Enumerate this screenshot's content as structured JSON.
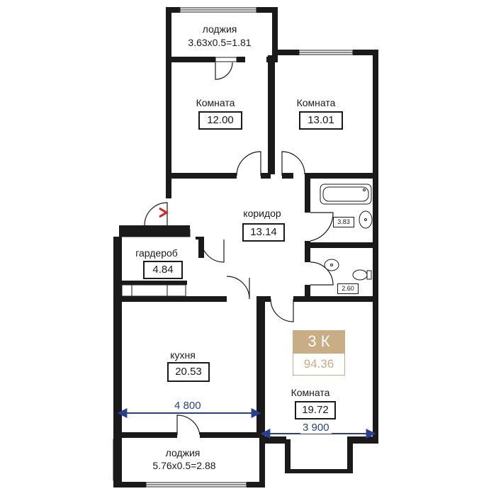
{
  "apartment": {
    "type_label": "3 К",
    "total_area": "94.36"
  },
  "colors": {
    "wall": "#1a1a1a",
    "badge_gold": "#c9ad85",
    "dimension_blue": "#2a3f8f",
    "door_arrow_red": "#e02020"
  },
  "rooms": {
    "loggia_top": {
      "name": "лоджия",
      "area": "3.63x0.5=1.81"
    },
    "room_left": {
      "name": "Комната",
      "area": "12.00"
    },
    "room_right": {
      "name": "Комната",
      "area": "13.01"
    },
    "corridor": {
      "name": "коридор",
      "area": "13.14"
    },
    "wardrobe": {
      "name": "гардероб",
      "area": "4.84"
    },
    "bathroom": {
      "area": "3.83"
    },
    "toilet": {
      "area": "2.60"
    },
    "kitchen": {
      "name": "кухня",
      "area": "20.53"
    },
    "room_big": {
      "name": "Комната",
      "area": "19.72"
    },
    "loggia_bottom": {
      "name": "лоджия",
      "area": "5.76x0.5=2.88"
    }
  },
  "dimensions": {
    "kitchen_width": "4 800",
    "room_width": "3 900"
  },
  "icons": [
    "entrance-arrow-icon",
    "bathtub-icon",
    "sink-icon",
    "toilet-icon"
  ]
}
